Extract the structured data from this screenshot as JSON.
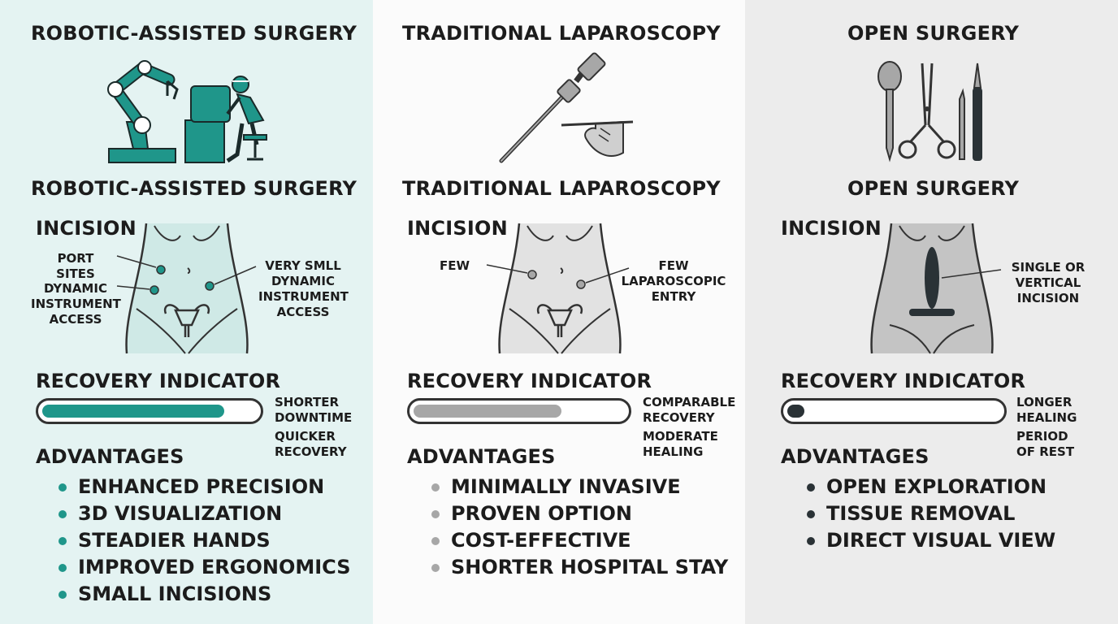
{
  "colors": {
    "teal": "#1f968a",
    "gray": "#a7a7a7",
    "dark": "#2a3236",
    "line": "#333333"
  },
  "columns": [
    {
      "title": "ROBOTIC-ASSISTED SURGERY",
      "subtitle": "ROBOTIC-ASSISTED SURGERY",
      "illustration_icon": "surgical-robot-console-icon",
      "incision_label": "INCISION",
      "incision_notes_left": [
        "PORT",
        "SITES",
        "DYNAMIC",
        "INSTRUMENT",
        "ACCESS"
      ],
      "incision_notes_right": [
        "VERY SMLL",
        "DYNAMIC",
        "INSTRUMENT",
        "ACCESS"
      ],
      "recovery_label": "RECOVERY INDICATOR",
      "recovery_level": 0.85,
      "recovery_notes": [
        "SHORTER",
        "DOWNTIME",
        "QUICKER",
        "RECOVERY"
      ],
      "advantages_label": "ADVANTAGES",
      "advantages": [
        "ENHANCED PRECISION",
        "3D VISUALIZATION",
        "STEADIER HANDS",
        "IMPROVED ERGONOMICS",
        "SMALL INCISIONS"
      ]
    },
    {
      "title": "TRADITIONAL LAPAROSCOPY",
      "subtitle": "TRADITIONAL LAPAROSCOPY",
      "illustration_icon": "laparoscope-hand-icon",
      "incision_label": "INCISION",
      "incision_notes_left": [
        "FEW"
      ],
      "incision_notes_right": [
        "FEW",
        "LAPAROSCOPIC",
        "ENTRY"
      ],
      "recovery_label": "RECOVERY INDICATOR",
      "recovery_level": 0.7,
      "recovery_notes": [
        "COMPARABLE",
        "RECOVERY",
        "MODERATE",
        "HEALING"
      ],
      "advantages_label": "ADVANTAGES",
      "advantages": [
        "MINIMALLY INVASIVE",
        "PROVEN OPTION",
        "COST-EFFECTIVE",
        "SHORTER HOSPITAL STAY"
      ]
    },
    {
      "title": "OPEN SURGERY",
      "subtitle": "OPEN SURGERY",
      "illustration_icon": "surgical-instruments-icon",
      "incision_label": "INCISION",
      "incision_notes_left": [],
      "incision_notes_right": [
        "SINGLE OR",
        "VERTICAL",
        "INCISION"
      ],
      "recovery_label": "RECOVERY INDICATOR",
      "recovery_level": 0.08,
      "recovery_notes": [
        "LONGER",
        "HEALING",
        "PERIOD",
        "OF REST"
      ],
      "advantages_label": "ADVANTAGES",
      "advantages": [
        "OPEN EXPLORATION",
        "TISSUE REMOVAL",
        "DIRECT VISUAL VIEW"
      ]
    }
  ]
}
